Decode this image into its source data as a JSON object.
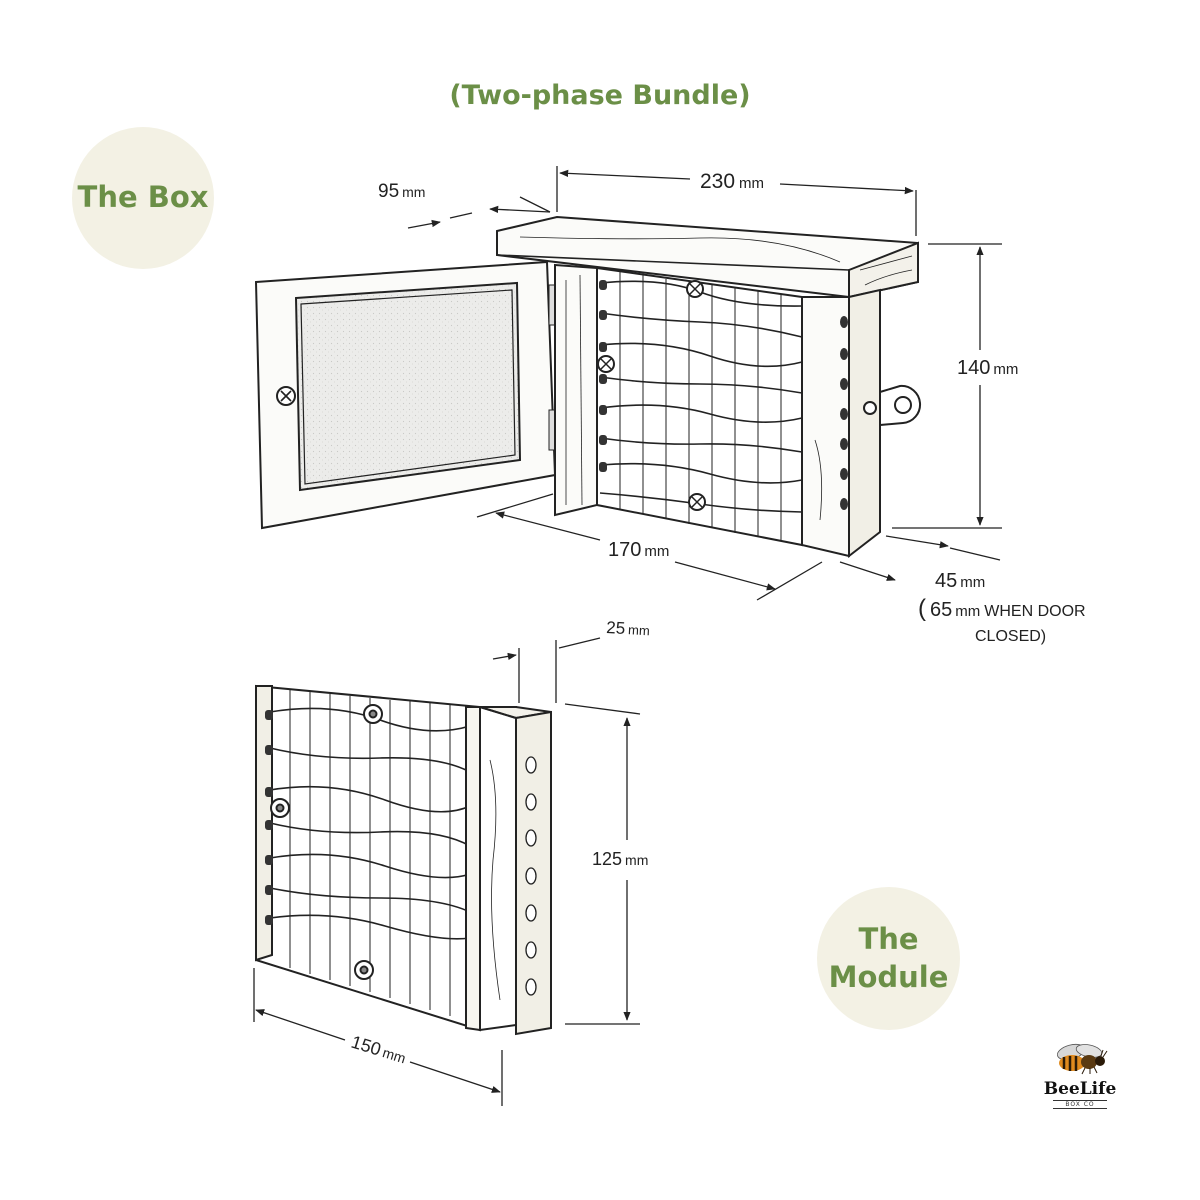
{
  "title": "(Two-phase Bundle)",
  "badges": {
    "box": "The Box",
    "module_line1": "The",
    "module_line2": "Module"
  },
  "box_dims": {
    "width_value": "230",
    "depth_value": "95",
    "height_value": "140",
    "length_value": "170",
    "side_value": "45",
    "unit": "mm",
    "door_note_open": "(",
    "door_note_value": "65",
    "door_note_unit": "mm",
    "door_note_text": "WHEN DOOR",
    "door_note_text2": "CLOSED)"
  },
  "module_dims": {
    "thickness_value": "25",
    "height_value": "125",
    "width_value": "150",
    "unit": "mm"
  },
  "logo": {
    "name": "BeeLife",
    "sub": "BOX CO",
    "icon": "bee-icon"
  },
  "colors": {
    "accent_green": "#6b8f47",
    "badge_bg": "#f3f1e4"
  }
}
